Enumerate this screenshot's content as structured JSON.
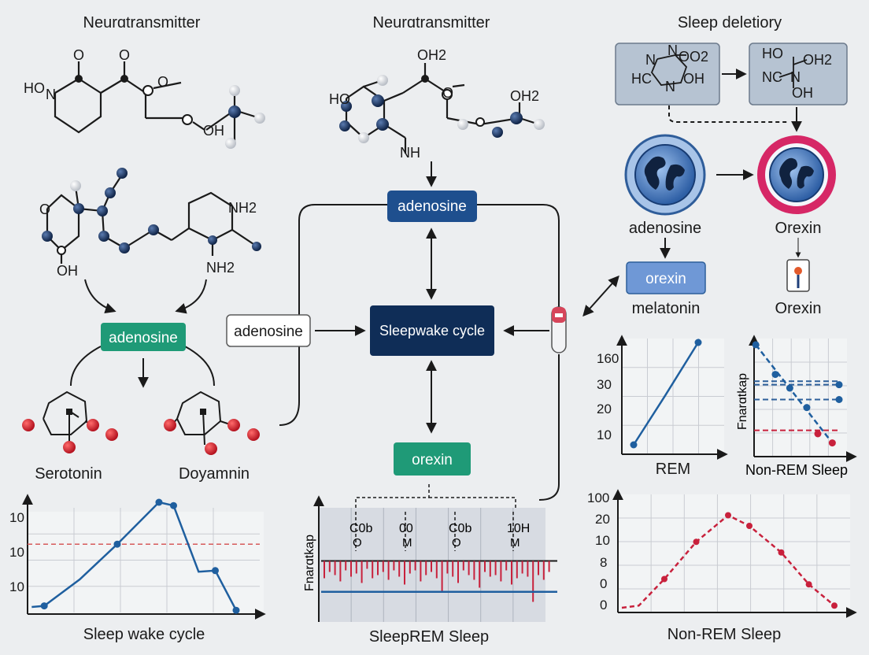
{
  "headers": {
    "left": "Neurɑtransmitter",
    "middle": "Neurɑtransmitter",
    "right": "Sleep deletiory"
  },
  "atoms": {
    "left_mol1": [
      "O",
      "O",
      "HO",
      "N",
      "O",
      "OH"
    ],
    "left_mol2": [
      "O",
      "OH",
      "NH2",
      "NH2"
    ],
    "mid_mol": [
      "OH2",
      "HO",
      "O",
      "OH2",
      "NH"
    ],
    "right_box1": [
      "N",
      "N",
      "OO2",
      "HC",
      "N",
      "OH"
    ],
    "right_box2": [
      "HO",
      "OH2",
      "NC",
      "N",
      "OH"
    ]
  },
  "nodes": {
    "left_adenosine": "adenosine",
    "serotonin": "Serotonin",
    "doyamnin": "Doyamnin",
    "mid_adenosine_left": "adenosine",
    "mid_adenosine_top": "adenosine",
    "sleepwake": "Sleepwake cycle",
    "mid_orexin": "orexin",
    "right_adenosine": "adenosine",
    "right_orexin_label": "Orexin",
    "right_orexin_box": "orexin",
    "melatonin": "melatonin",
    "right_orexin_bottom": "Orexin"
  },
  "colors": {
    "teal": "#1f9a77",
    "navy": "#0f2d57",
    "blue": "#2d5f9a",
    "light_blue": "#6f98d6",
    "red": "#c8213c",
    "pink": "#d9245a",
    "chart_line": "#1f5f9f"
  },
  "icons": [
    "globe-icon",
    "globe-icon",
    "vial-icon",
    "pin-icon"
  ],
  "chart_data": [
    {
      "type": "line",
      "xlabel": "Sleep wake cycle",
      "yticks": [
        "10",
        "10",
        "10"
      ],
      "series": [
        {
          "x": [
            0.02,
            0.08,
            0.25,
            0.43,
            0.63,
            0.7,
            0.82,
            0.9,
            1.0
          ],
          "values": [
            0.05,
            0.06,
            0.3,
            0.62,
            1.0,
            0.97,
            0.37,
            0.38,
            0.02
          ]
        }
      ],
      "reference_line": 0.62
    },
    {
      "type": "line",
      "xlabel": "SleepREM Sleep",
      "ylabel": "Fnarɑtkap",
      "column_labels": [
        [
          "C0b",
          "O"
        ],
        [
          "00",
          "M"
        ],
        [
          "C0b",
          "O"
        ],
        [
          "10H",
          "M"
        ]
      ],
      "baseline_value": 0.5,
      "signal_line": 0.25
    },
    {
      "type": "line",
      "xlabel": "REM",
      "yticks": [
        "160",
        "30",
        "20",
        "10"
      ],
      "series": [
        {
          "x": [
            0.0,
            1.0
          ],
          "values": [
            0.0,
            1.0
          ]
        }
      ]
    },
    {
      "type": "scatter",
      "xlabel": "Non-REM Sleep",
      "ylabel": "Fnarɑtkap",
      "series": [
        {
          "x": [
            0.02,
            0.25,
            0.42,
            0.62,
            0.75,
            0.92
          ],
          "values": [
            0.98,
            0.72,
            0.6,
            0.43,
            0.2,
            0.12
          ]
        }
      ],
      "ref_lines": [
        {
          "value": 0.66,
          "color": "#2d5f9a"
        },
        {
          "value": 0.63,
          "color": "#2d5f9a"
        },
        {
          "value": 0.5,
          "color": "#2d5f9a"
        },
        {
          "value": 0.23,
          "color": "#c8213c"
        }
      ],
      "ref_dot_values": [
        0.63,
        0.5
      ]
    },
    {
      "type": "line",
      "xlabel": "Non-REM Sleep",
      "yticks": [
        "100",
        "20",
        "10",
        "8",
        "0",
        "0"
      ],
      "series": [
        {
          "x": [
            0.0,
            0.08,
            0.2,
            0.35,
            0.5,
            0.6,
            0.75,
            0.88,
            1.0
          ],
          "values": [
            0.03,
            0.05,
            0.3,
            0.65,
            0.9,
            0.8,
            0.55,
            0.25,
            0.05
          ]
        }
      ]
    }
  ]
}
